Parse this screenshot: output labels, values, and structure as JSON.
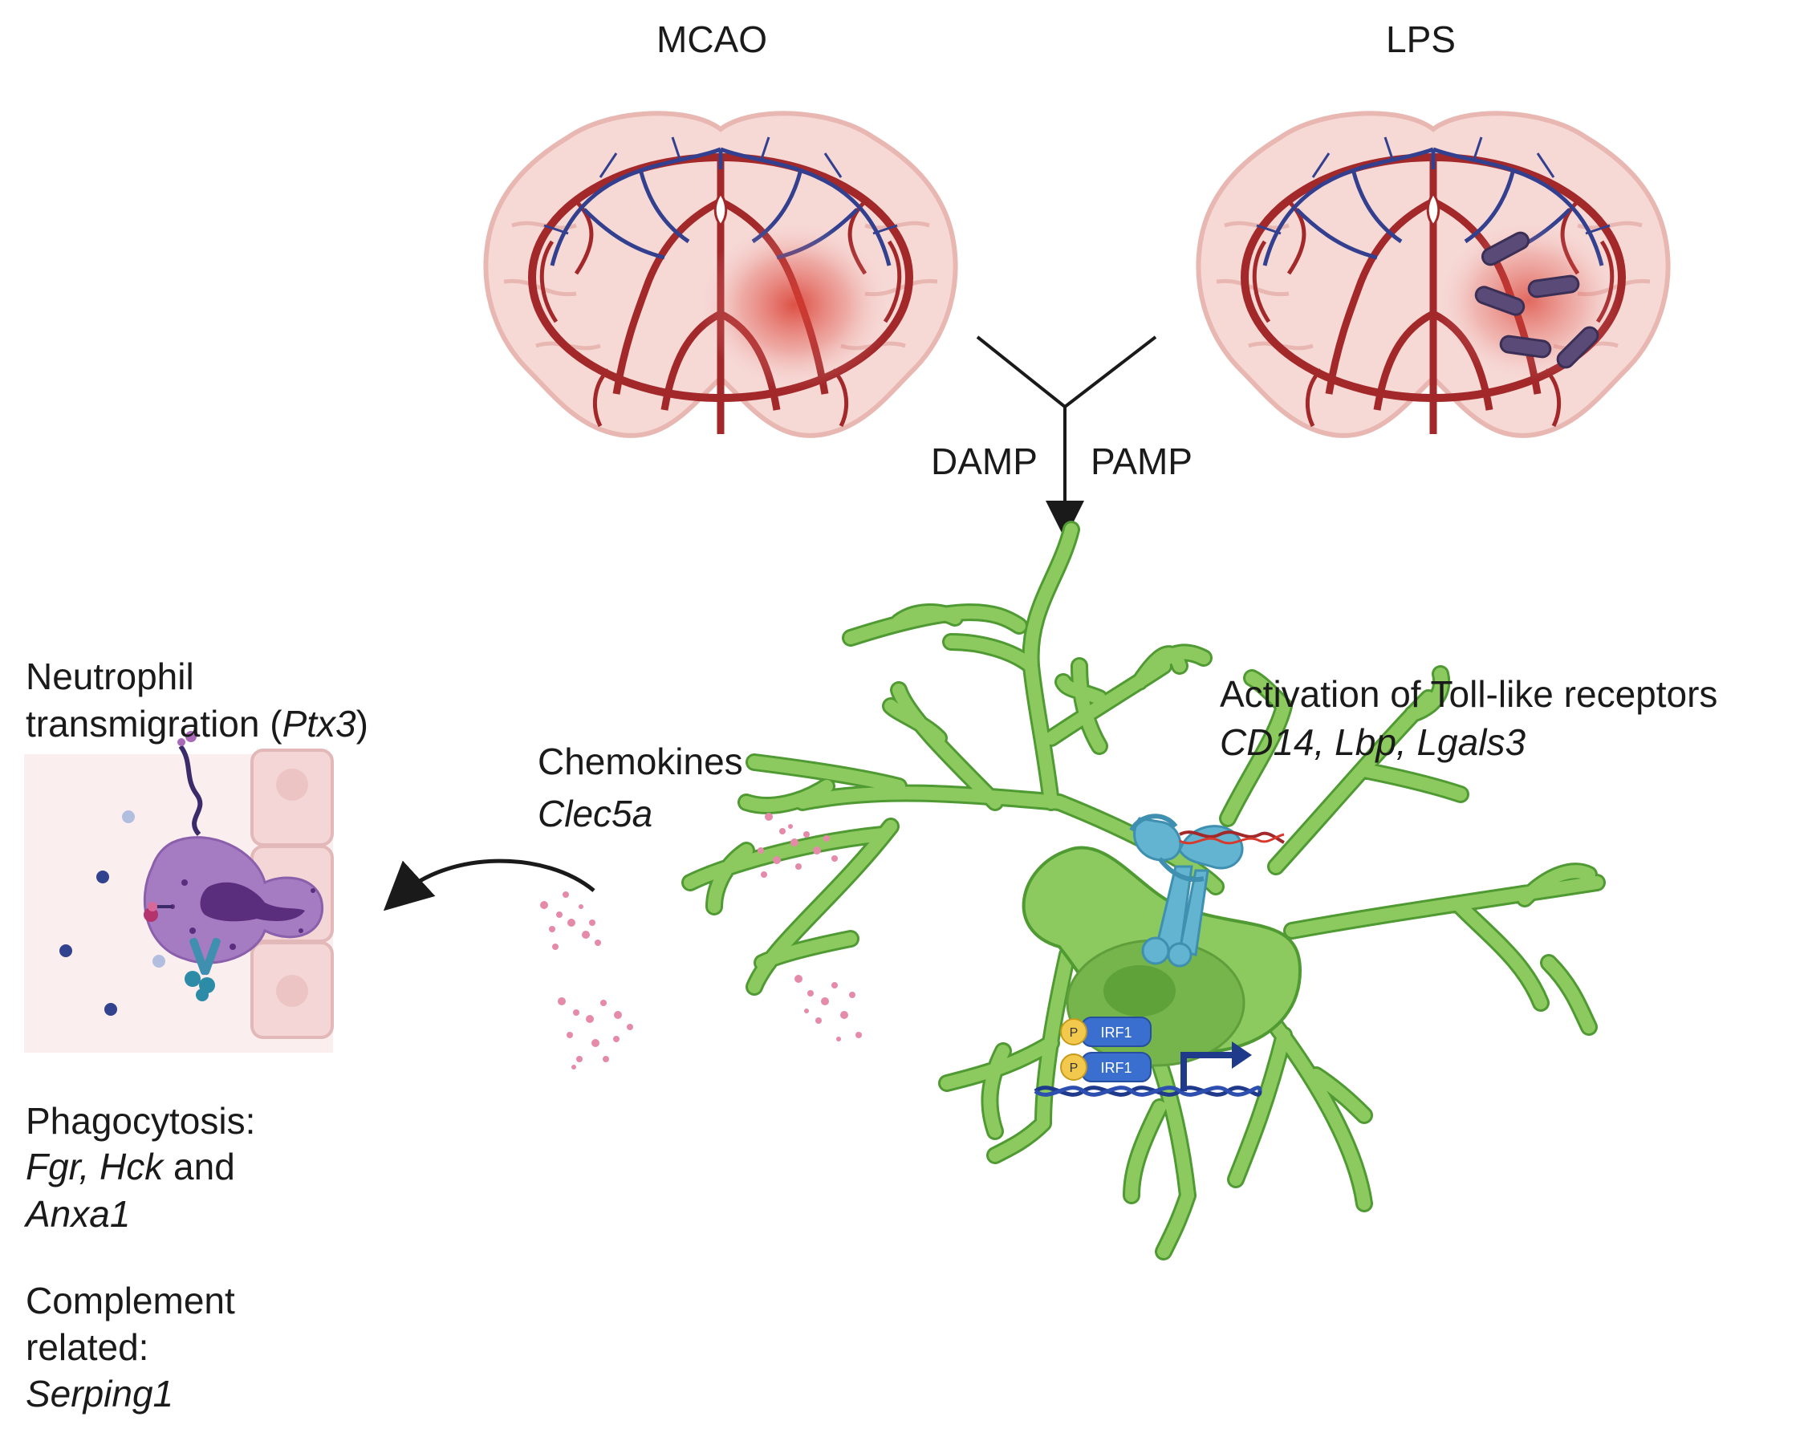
{
  "labels": {
    "mcao": "MCAO",
    "lps": "LPS",
    "damp": "DAMP",
    "pamp": "PAMP",
    "neutrophil_line1": "Neutrophil",
    "neutrophil_line2_pre": "transmigration (",
    "neutrophil_gene": "Ptx3",
    "neutrophil_line2_post": ")",
    "chemokines": "Chemokines",
    "chemokines_gene": "Clec5a",
    "tlr_title": "Activation of Toll-like receptors",
    "tlr_genes": "CD14, Lbp, Lgals3",
    "phago_title": "Phagocytosis:",
    "phago_genes": "Fgr, Hck",
    "phago_and": " and",
    "phago_gene3": "Anxa1",
    "complement_line1": "Complement",
    "complement_line2": "related:",
    "complement_gene": "Serping1",
    "irf_label": "IRF1",
    "phospho_label": "P"
  },
  "colors": {
    "microglia_fill": "#8cc95e",
    "microglia_stroke": "#4f9a32",
    "artery": "#a3282a",
    "vein": "#32408f",
    "brain_fill": "#f6d8d5",
    "lesion": "#d8392c",
    "neutrophil": "#a57bc2",
    "receptor": "#62b4d1",
    "dna": "#1f3a8a",
    "particles": "#e58aa8",
    "bacteria": "#5a4a78"
  }
}
